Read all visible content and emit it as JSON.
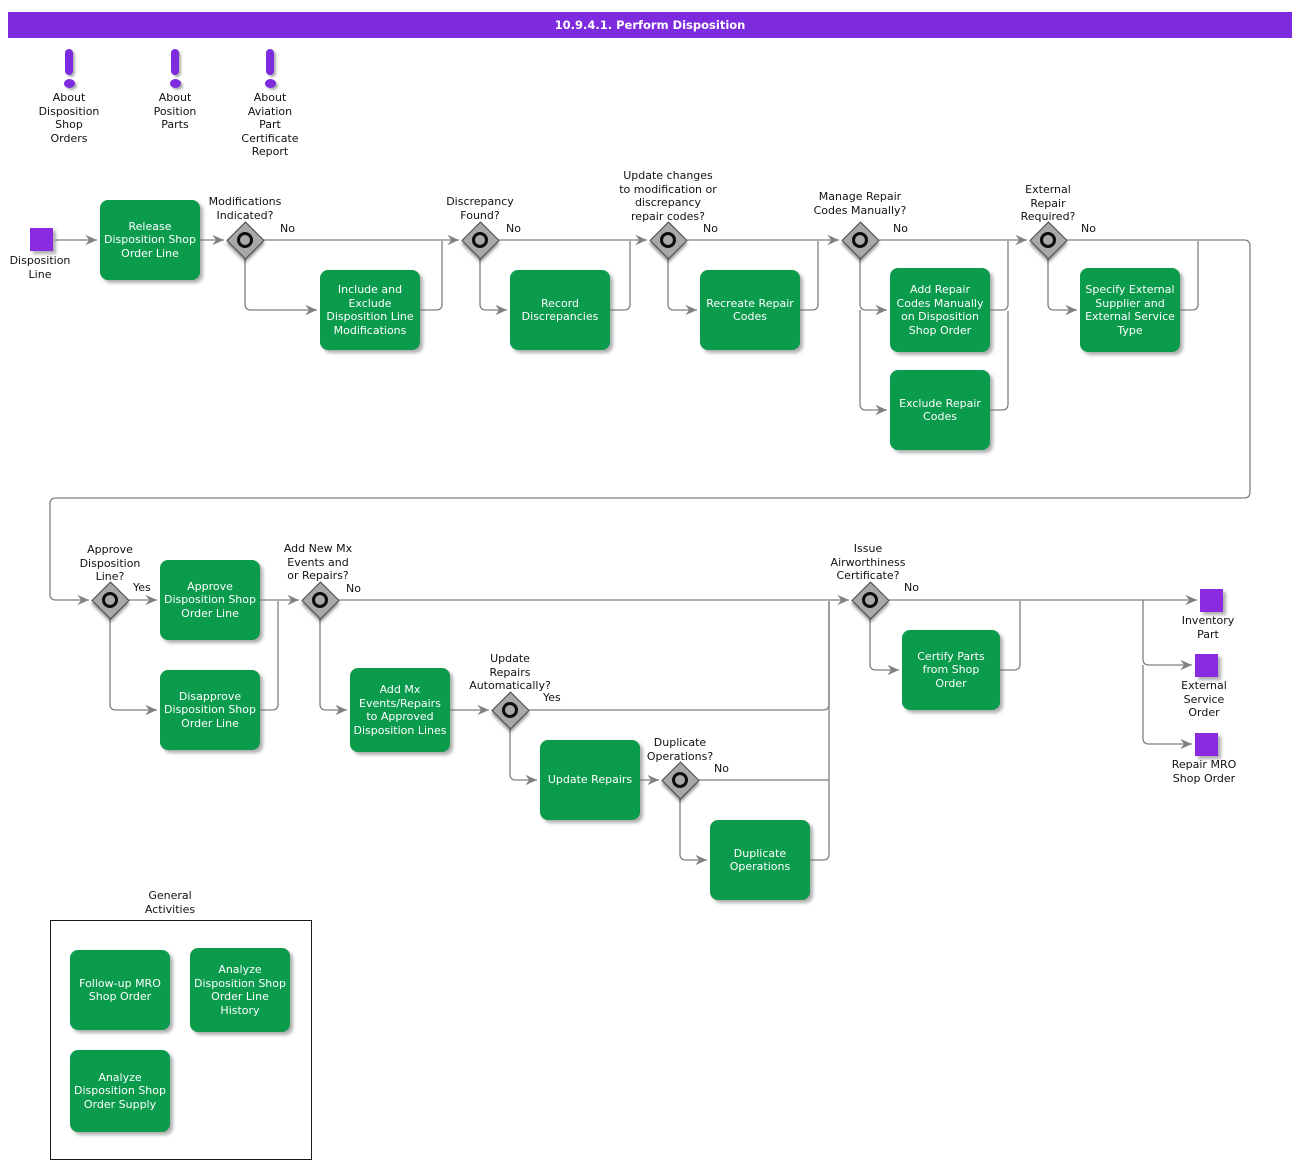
{
  "title": "10.9.4.1. Perform Disposition",
  "colors": {
    "title_bar_purple": "#7E2BDF",
    "node_purple": "#8A2BE2",
    "task_green": "#0A9B4C",
    "connector_gray": "#808080",
    "decision_gray": "#a8a8a8"
  },
  "notes": [
    {
      "icon": "exclamation-icon",
      "label": "About\nDisposition\nShop\nOrders"
    },
    {
      "icon": "exclamation-icon",
      "label": "About\nPosition\nParts"
    },
    {
      "icon": "exclamation-icon",
      "label": "About\nAviation\nPart\nCertificate\nReport"
    }
  ],
  "flow": {
    "start": {
      "label": "Disposition\nLine"
    },
    "tasks": {
      "release": "Release\nDisposition Shop\nOrder Line",
      "include_exclude": "Include and\nExclude\nDisposition Line\nModifications",
      "record_discrepancies": "Record\nDiscrepancies",
      "recreate_repair_codes": "Recreate Repair\nCodes",
      "add_repair_codes": "Add Repair\nCodes Manually\non Disposition\nShop Order",
      "exclude_repair_codes": "Exclude Repair\nCodes",
      "specify_external": "Specify External\nSupplier and\nExternal Service\nType",
      "approve_line": "Approve\nDisposition Shop\nOrder Line",
      "disapprove_line": "Disapprove\nDisposition Shop\nOrder Line",
      "add_mx": "Add Mx\nEvents/Repairs\nto Approved\nDisposition Lines",
      "update_repairs": "Update Repairs",
      "duplicate_operations": "Duplicate\nOperations",
      "certify_parts": "Certify Parts\nfrom Shop\nOrder"
    },
    "decisions": {
      "modifications": {
        "question": "Modifications\nIndicated?",
        "branch": "No"
      },
      "discrepancy": {
        "question": "Discrepancy\nFound?",
        "branch": "No"
      },
      "update_changes": {
        "question": "Update changes\nto modification or\ndiscrepancy\nrepair codes?",
        "branch": "No"
      },
      "manage_repair": {
        "question": "Manage Repair\nCodes Manually?",
        "branch": "No"
      },
      "external_repair": {
        "question": "External\nRepair\nRequired?",
        "branch": "No"
      },
      "approve": {
        "question": "Approve\nDisposition\nLine?",
        "branch": "Yes"
      },
      "add_new_mx": {
        "question": "Add New Mx\nEvents and\nor Repairs?",
        "branch": "No"
      },
      "update_auto": {
        "question": "Update\nRepairs\nAutomatically?",
        "branch": "Yes"
      },
      "duplicate_ops": {
        "question": "Duplicate\nOperations?",
        "branch": "No"
      },
      "issue_cert": {
        "question": "Issue\nAirworthiness\nCertificate?",
        "branch": "No"
      }
    },
    "ends": {
      "inventory_part": "Inventory\nPart",
      "external_service_order": "External\nService\nOrder",
      "repair_mro": "Repair MRO\nShop Order"
    }
  },
  "general_activities": {
    "title": "General\nActivities",
    "tasks": {
      "follow_up": "Follow-up MRO\nShop Order",
      "analyze_history": "Analyze\nDisposition Shop\nOrder Line\nHistory",
      "analyze_supply": "Analyze\nDisposition Shop\nOrder Supply"
    }
  }
}
